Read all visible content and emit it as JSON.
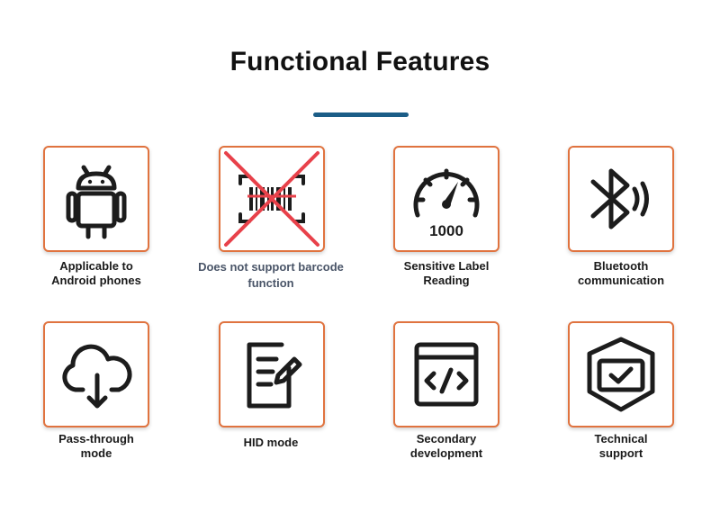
{
  "page": {
    "title": "Functional Features"
  },
  "features": [
    {
      "icon": "android-icon",
      "label": "Applicable to\nAndroid phones"
    },
    {
      "icon": "barcode-crossed-icon",
      "label": "Does not support barcode\nfunction"
    },
    {
      "icon": "speedometer-icon",
      "icon_text": "1000",
      "label": "Sensitive Label\nReading"
    },
    {
      "icon": "bluetooth-icon",
      "label": "Bluetooth\ncommunication"
    },
    {
      "icon": "cloud-download-icon",
      "label": "Pass-through\nmode"
    },
    {
      "icon": "document-edit-icon",
      "label": "HID mode"
    },
    {
      "icon": "code-window-icon",
      "label": "Secondary\ndevelopment"
    },
    {
      "icon": "shield-check-icon",
      "label": "Technical\nsupport"
    }
  ],
  "colors": {
    "accent_bar": "#1b5d87",
    "tile_border": "#e0733f",
    "cross": "#e8414a",
    "icon_stroke": "#1c1c1c"
  }
}
